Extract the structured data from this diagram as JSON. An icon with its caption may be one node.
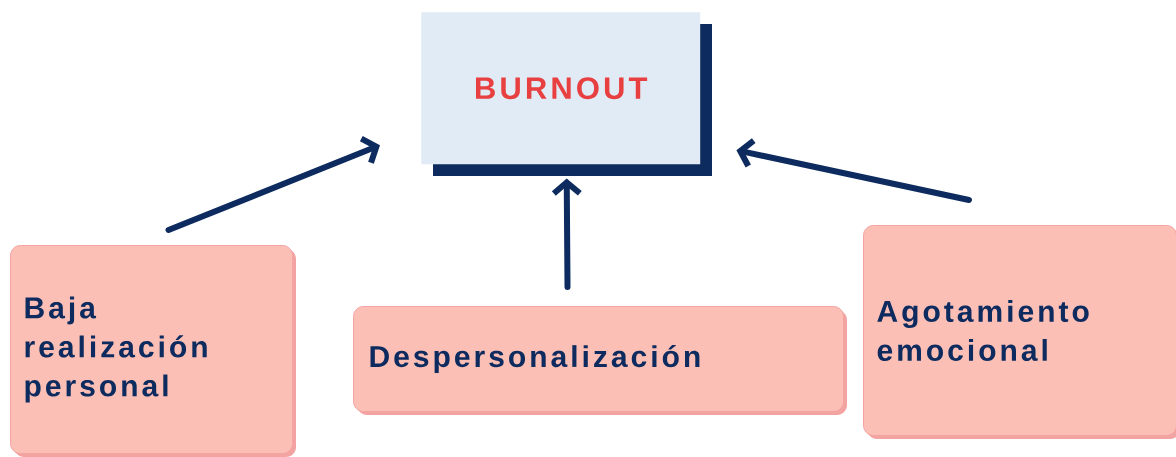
{
  "diagram": {
    "nodes": [
      {
        "text": [
          "BURNOUT"
        ]
      },
      {
        "text": [
          "Baja realización personal"
        ]
      },
      {
        "text": [
          "Despersonalización"
        ]
      },
      {
        "text": [
          "Agotamiento emocional"
        ]
      }
    ],
    "edges": [
      {
        "from": 1,
        "to": 0,
        "arrow": "to"
      },
      {
        "from": 2,
        "to": 0,
        "arrow": "to"
      },
      {
        "from": 3,
        "to": 0,
        "arrow": "to"
      }
    ]
  }
}
